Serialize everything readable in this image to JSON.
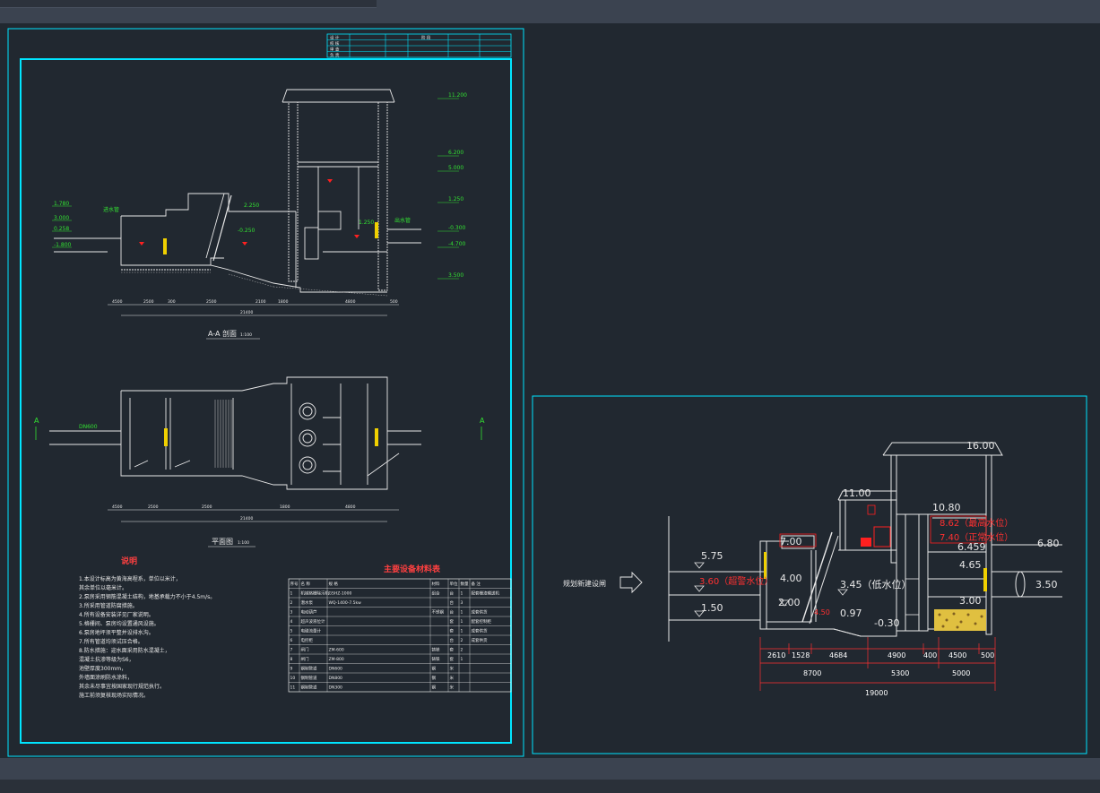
{
  "left_sheet": {
    "title_block": {
      "r1": "设 计",
      "r2": "校 核",
      "r3": "审 查",
      "r4": "负 责",
      "stage": "阶 段"
    },
    "section": {
      "title": "A-A 剖面",
      "scale": "1:100",
      "elevations_left": [
        "1.780",
        "3.000",
        "0.258",
        "-1.800"
      ],
      "elevations_mid": [
        "2.250",
        "-0.250",
        "1.250"
      ],
      "elevations_right": [
        "11.200",
        "6.200",
        "5.000",
        "1.250",
        "-0.300",
        "-4.700",
        "3.500"
      ],
      "inlet_label": "进水管",
      "outlet_label": "出水管",
      "dims": [
        "4500",
        "2500",
        "300",
        "2500",
        "2100",
        "1800",
        "4800",
        "500"
      ],
      "total": "21400"
    },
    "plan": {
      "title": "平面图",
      "scale": "1:100",
      "section_mark": "A",
      "dims": [
        "4500",
        "2500",
        "2500",
        "1800",
        "4800"
      ],
      "total": "21400",
      "pipe_label": "DN600"
    },
    "notes": {
      "title": "说明",
      "items": [
        "1.本设计标高为黄海高程系，单位以米计，",
        "  其余单位以毫米计。",
        "2.泵房采用钢筋混凝土结构，地基承载力不小于4.5m/s。",
        "3.所采用管道防腐措施。",
        "4.所有设备安装详见厂家说明。",
        "5.格栅间、泵房均设置通风设施。",
        "6.泵房地坪须平整并设排水沟。",
        "7.所有管道均须试压合格。",
        "8.防水措施：迎水面采用防水混凝土，",
        "  混凝土抗渗等级为S6，",
        "  池壁厚度300mm，",
        "  外墙面涂刷防水涂料，",
        "  其余未尽事宜按国家现行规范执行。",
        "  施工前须复核现场实际情况。"
      ]
    },
    "equipment_table": {
      "title": "主要设备材料表",
      "headers": [
        "序号",
        "名 称",
        "规 格",
        "材料",
        "单位",
        "数量",
        "备 注"
      ],
      "rows": [
        [
          "1",
          "机械格栅除污机",
          "GSHZ-1000",
          "组合",
          "台",
          "1",
          "配套栅渣输送机"
        ],
        [
          "2",
          "潜水泵",
          "WQ-1400-7.5kw",
          "",
          "台",
          "3",
          ""
        ],
        [
          "3",
          "电动葫芦",
          "",
          "不锈钢",
          "台",
          "1",
          "成套供货"
        ],
        [
          "4",
          "超声波液位计",
          "",
          "",
          "套",
          "1",
          "配套控制柜"
        ],
        [
          "5",
          "电磁流量计",
          "",
          "",
          "套",
          "1",
          "成套供货"
        ],
        [
          "6",
          "电控柜",
          "",
          "",
          "台",
          "2",
          "成套供货"
        ],
        [
          "7",
          "闸门",
          "ZM-600",
          "铸铁",
          "套",
          "2",
          ""
        ],
        [
          "8",
          "闸门",
          "ZM-800",
          "铸铁",
          "套",
          "1",
          ""
        ],
        [
          "9",
          "钢制管道",
          "DN600",
          "钢",
          "米",
          "",
          ""
        ],
        [
          "10",
          "钢制管道",
          "DN800",
          "钢",
          "米",
          "",
          ""
        ],
        [
          "11",
          "钢制管道",
          "DN300",
          "钢",
          "米",
          "",
          ""
        ]
      ]
    }
  },
  "right_sheet": {
    "label": "规划新建设闸",
    "elevations": {
      "roof_high": "16.00",
      "roof_low": "11.00",
      "e1080": "10.80",
      "e700": "7.00",
      "e680": "6.80",
      "e6459": "6.459",
      "e575": "5.75",
      "e465": "4.65",
      "e400": "4.00",
      "e350": "3.50",
      "e345": "3.45（低水位）",
      "e300": "3.00",
      "e200": "2.00",
      "e150": "1.50",
      "e097": "0.97",
      "e030": "-0.30"
    },
    "red_labels": {
      "r1": "8.62（最高水位）",
      "r2": "7.40（正常水位）",
      "r3": "3.60（超警水位）",
      "r4": "4.50"
    },
    "dims_row1": [
      "2610",
      "1528",
      "4684",
      "4900",
      "400",
      "4500",
      "500"
    ],
    "dims_row2": [
      "8700",
      "5300",
      "5000"
    ],
    "dims_total": "19000"
  },
  "colors": {
    "background": "#212830",
    "frame": "#00e5ff",
    "linework": "#e8e8e8",
    "dims": "#ff3030",
    "elevation": "#32e032",
    "water": "#ff2020",
    "gate": "#f0d000"
  }
}
